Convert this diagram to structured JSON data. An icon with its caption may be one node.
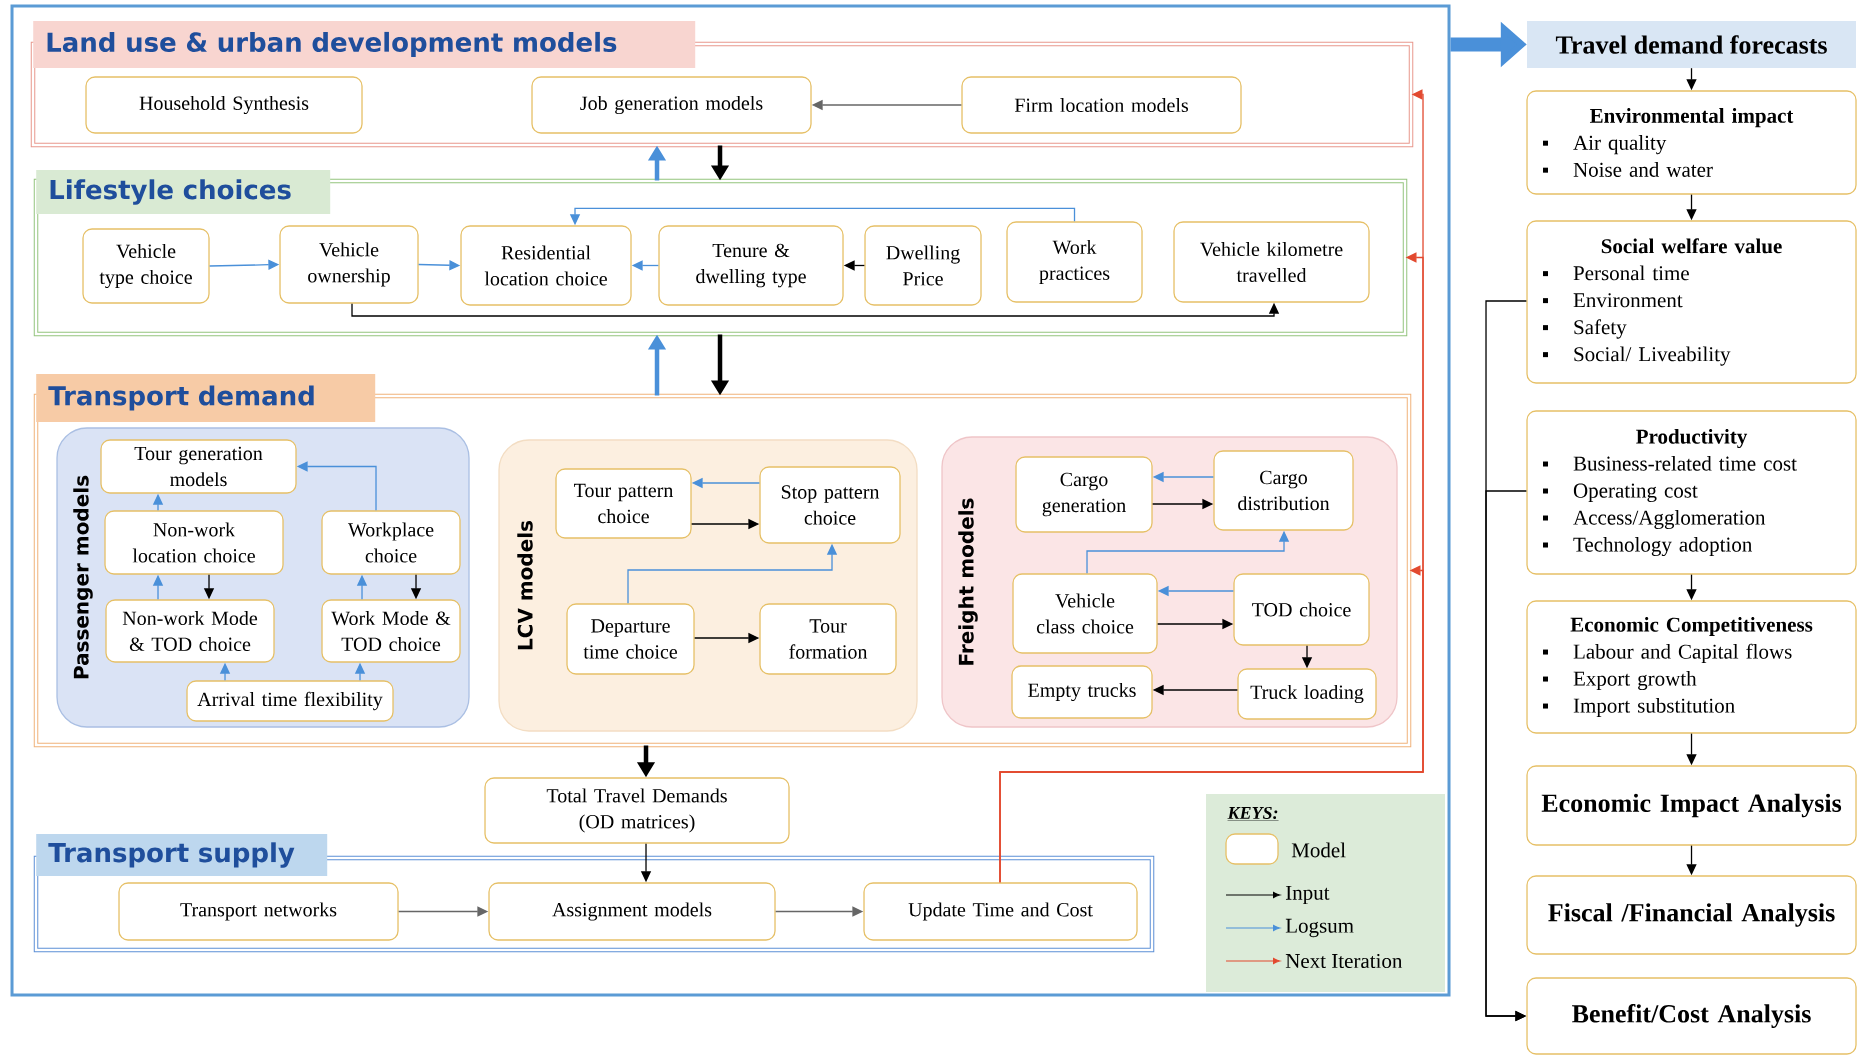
{
  "diagram": {
    "nodes": [
      {
        "text": [],
        "shape": "box"
      },
      {
        "text": [
          "Land use & urban development models"
        ],
        "in": 0
      },
      {
        "text": [
          "Household Synthesis"
        ],
        "in": 1
      },
      {
        "text": [
          "Job generation models"
        ],
        "in": 1
      },
      {
        "text": [
          "Firm location models"
        ],
        "in": 1
      },
      {
        "text": [
          "Lifestyle choices"
        ],
        "in": 0
      },
      {
        "text": [
          "Vehicle type choice"
        ],
        "in": 5
      },
      {
        "text": [
          "Vehicle ownership"
        ],
        "in": 5
      },
      {
        "text": [
          "Residential location choice"
        ],
        "in": 5
      },
      {
        "text": [
          "Tenure & dwelling type"
        ],
        "in": 5
      },
      {
        "text": [
          "Dwelling Price"
        ],
        "in": 5
      },
      {
        "text": [
          "Work practices"
        ],
        "in": 5
      },
      {
        "text": [
          "Vehicle kilometre travelled"
        ],
        "in": 5
      },
      {
        "text": [
          "Transport demand"
        ],
        "in": 0
      },
      {
        "text": [
          "Passenger models"
        ],
        "in": 13
      },
      {
        "text": [
          "Tour generation models"
        ],
        "in": 14
      },
      {
        "text": [
          "Non-work location choice"
        ],
        "in": 14
      },
      {
        "text": [
          "Workplace choice"
        ],
        "in": 14
      },
      {
        "text": [
          "Non-work Mode & TOD choice"
        ],
        "in": 14
      },
      {
        "text": [
          "Work Mode & TOD choice"
        ],
        "in": 14
      },
      {
        "text": [
          "Arrival time flexibility"
        ],
        "in": 14
      },
      {
        "text": [
          "LCV models"
        ],
        "in": 13
      },
      {
        "text": [
          "Tour pattern choice"
        ],
        "in": 21
      },
      {
        "text": [
          "Stop pattern choice"
        ],
        "in": 21
      },
      {
        "text": [
          "Departure time choice"
        ],
        "in": 21
      },
      {
        "text": [
          "Tour formation"
        ],
        "in": 21
      },
      {
        "text": [
          "Freight models"
        ],
        "in": 13
      },
      {
        "text": [
          "Cargo generation"
        ],
        "in": 26
      },
      {
        "text": [
          "Cargo distribution"
        ],
        "in": 26
      },
      {
        "text": [
          "Vehicle class choice"
        ],
        "in": 26
      },
      {
        "text": [
          "TOD choice"
        ],
        "in": 26
      },
      {
        "text": [
          "Empty trucks"
        ],
        "in": 26
      },
      {
        "text": [
          "Truck loading"
        ],
        "in": 26
      },
      {
        "text": [
          "Total Travel Demands (OD matrices)"
        ],
        "in": 0
      },
      {
        "text": [
          "Transport supply"
        ],
        "in": 0
      },
      {
        "text": [
          "Transport networks"
        ],
        "in": 34
      },
      {
        "text": [
          "Assignment models"
        ],
        "in": 34
      },
      {
        "text": [
          "Update Time and Cost"
        ],
        "in": 34
      },
      {
        "text": [
          "Travel demand forecasts"
        ]
      },
      {
        "text": [
          "Environmental impact",
          "Air quality",
          "Noise and water"
        ]
      },
      {
        "text": [
          "Social welfare value",
          "Personal time",
          "Environment",
          "Safety",
          "Social/ Liveability"
        ]
      },
      {
        "text": [
          "Productivity",
          "Business-related time cost",
          "Operating cost",
          "Access/Agglomeration",
          "Technology adoption"
        ]
      },
      {
        "text": [
          "Economic Competitiveness",
          "Labour and Capital flows",
          "Export growth",
          "Import substitution"
        ]
      },
      {
        "text": [
          "Economic Impact Analysis"
        ]
      },
      {
        "text": [
          "Fiscal /Financial Analysis"
        ]
      },
      {
        "text": [
          "Benefit/Cost Analysis"
        ]
      }
    ],
    "edges": [
      {
        "from": 0,
        "to": 38,
        "arrow": "to",
        "style": "thick",
        "color": "#4a90d9"
      },
      {
        "from": 4,
        "to": 3,
        "arrow": "to",
        "color": "#666666"
      },
      {
        "from": 5,
        "to": 1,
        "arrow": "to",
        "style": "thick",
        "color": "#4a90d9"
      },
      {
        "from": 1,
        "to": 5,
        "arrow": "to",
        "style": "thick"
      },
      {
        "from": 13,
        "to": 5,
        "arrow": "to",
        "style": "thick",
        "color": "#4a90d9"
      },
      {
        "from": 5,
        "to": 13,
        "arrow": "to",
        "style": "thick"
      },
      {
        "from": 6,
        "to": 7,
        "arrow": "to",
        "color": "#4a90d9"
      },
      {
        "from": 7,
        "to": 8,
        "arrow": "to",
        "color": "#4a90d9"
      },
      {
        "from": 9,
        "to": 8,
        "arrow": "to",
        "color": "#4a90d9"
      },
      {
        "from": 10,
        "to": 9,
        "arrow": "to"
      },
      {
        "from": 11,
        "to": 8,
        "arrow": "to",
        "color": "#4a90d9"
      },
      {
        "from": 7,
        "to": 12,
        "arrow": "to"
      },
      {
        "from": 13,
        "to": 33,
        "arrow": "to",
        "style": "thick"
      },
      {
        "from": 16,
        "to": 15,
        "arrow": "to",
        "color": "#4a90d9"
      },
      {
        "from": 17,
        "to": 15,
        "arrow": "to",
        "color": "#4a90d9"
      },
      {
        "from": 18,
        "to": 16,
        "arrow": "to",
        "color": "#4a90d9"
      },
      {
        "from": 16,
        "to": 18,
        "arrow": "to"
      },
      {
        "from": 19,
        "to": 17,
        "arrow": "to",
        "color": "#4a90d9"
      },
      {
        "from": 17,
        "to": 19,
        "arrow": "to"
      },
      {
        "from": 20,
        "to": 18,
        "arrow": "to",
        "color": "#4a90d9"
      },
      {
        "from": 20,
        "to": 19,
        "arrow": "to",
        "color": "#4a90d9"
      },
      {
        "from": 23,
        "to": 22,
        "arrow": "to",
        "color": "#4a90d9"
      },
      {
        "from": 22,
        "to": 23,
        "arrow": "to"
      },
      {
        "from": 24,
        "to": 23,
        "arrow": "to",
        "color": "#4a90d9"
      },
      {
        "from": 24,
        "to": 25,
        "arrow": "to"
      },
      {
        "from": 28,
        "to": 27,
        "arrow": "to",
        "color": "#4a90d9"
      },
      {
        "from": 27,
        "to": 28,
        "arrow": "to"
      },
      {
        "from": 29,
        "to": 28,
        "arrow": "to",
        "color": "#4a90d9"
      },
      {
        "from": 30,
        "to": 29,
        "arrow": "to",
        "color": "#4a90d9"
      },
      {
        "from": 29,
        "to": 30,
        "arrow": "to"
      },
      {
        "from": 30,
        "to": 32,
        "arrow": "to"
      },
      {
        "from": 32,
        "to": 31,
        "arrow": "to"
      },
      {
        "from": 33,
        "to": 36,
        "arrow": "to"
      },
      {
        "from": 35,
        "to": 36,
        "arrow": "to",
        "color": "#666666"
      },
      {
        "from": 36,
        "to": 37,
        "arrow": "to",
        "color": "#666666"
      },
      {
        "from": 37,
        "to": 1,
        "arrow": "to",
        "color": "#e2492f"
      },
      {
        "from": 37,
        "to": 5,
        "arrow": "to",
        "color": "#e2492f"
      },
      {
        "from": 37,
        "to": 13,
        "arrow": "to",
        "color": "#e2492f"
      },
      {
        "from": 38,
        "to": 39,
        "arrow": "to"
      },
      {
        "from": 39,
        "to": 40,
        "arrow": "to"
      },
      {
        "from": 41,
        "to": 42,
        "arrow": "to"
      },
      {
        "from": 42,
        "to": 43,
        "arrow": "to"
      },
      {
        "from": 43,
        "to": 44,
        "arrow": "to"
      },
      {
        "from": 40,
        "to": 45,
        "arrow": "to"
      },
      {
        "from": 41,
        "to": 45,
        "arrow": "to"
      }
    ],
    "labels": [
      "KEYS:"
    ],
    "legend": [
      {
        "text": "Model"
      },
      {
        "text": "Input"
      },
      {
        "text": "Logsum"
      },
      {
        "text": "Next Iteration"
      }
    ]
  }
}
